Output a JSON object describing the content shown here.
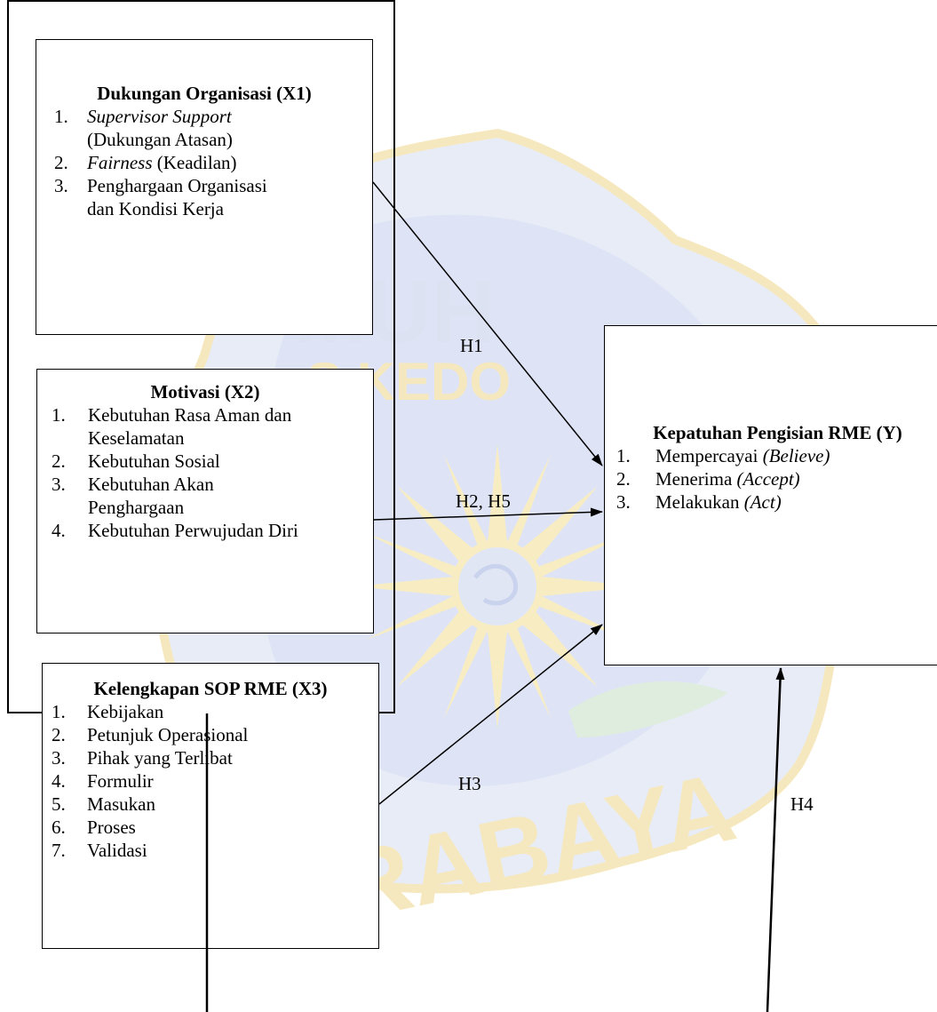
{
  "diagram": {
    "x1": {
      "title": "Dukungan Organisasi (X1)",
      "items": [
        {
          "num": "1.",
          "main": "Supervisor Support",
          "main_italic": true,
          "sub": "(Dukungan Atasan)"
        },
        {
          "num": "2.",
          "main": "Fairness",
          "main_italic": true,
          "rest": " (Keadilan)"
        },
        {
          "num": "3.",
          "main": "Penghargaan Organisasi",
          "sub": "dan Kondisi Kerja"
        }
      ]
    },
    "x2": {
      "title": "Motivasi (X2)",
      "items": [
        {
          "num": "1.",
          "main": "Kebutuhan Rasa Aman dan",
          "sub": "Keselamatan"
        },
        {
          "num": "2.",
          "main": "Kebutuhan Sosial"
        },
        {
          "num": "3.",
          "main": "Kebutuhan Akan",
          "sub": "Penghargaan"
        },
        {
          "num": "4.",
          "main": "Kebutuhan Perwujudan Diri"
        }
      ]
    },
    "x3": {
      "title": "Kelengkapan SOP RME (X3)",
      "items": [
        {
          "num": "1.",
          "main": "Kebijakan"
        },
        {
          "num": "2.",
          "main": "Petunjuk Operasional"
        },
        {
          "num": "3.",
          "main": "Pihak yang Terlibat"
        },
        {
          "num": "4.",
          "main": "Formulir"
        },
        {
          "num": "5.",
          "main": "Masukan"
        },
        {
          "num": "6.",
          "main": "Proses"
        },
        {
          "num": "7.",
          "main": "Validasi"
        }
      ]
    },
    "y": {
      "title": "Kepatuhan Pengisian RME (Y)",
      "items": [
        {
          "num": "1.",
          "main": "Mempercayai ",
          "italic_part": "(Believe)"
        },
        {
          "num": "2.",
          "main": "Menerima ",
          "italic_part": "(Accept)"
        },
        {
          "num": "3.",
          "main": "Melakukan ",
          "italic_part": "(Act)"
        }
      ]
    },
    "hypotheses": {
      "h1": "H1",
      "h2h5": "H2, H5",
      "h3": "H3",
      "h4": "H4"
    }
  },
  "watermark": {
    "text_top": "MUH",
    "text_mid": "S KEDO",
    "text_bottom": "RABAYA",
    "text_left": "S",
    "color_gold": "#f3df9a",
    "color_blue": "#c9d3ee",
    "color_green": "#c6e3cc"
  }
}
